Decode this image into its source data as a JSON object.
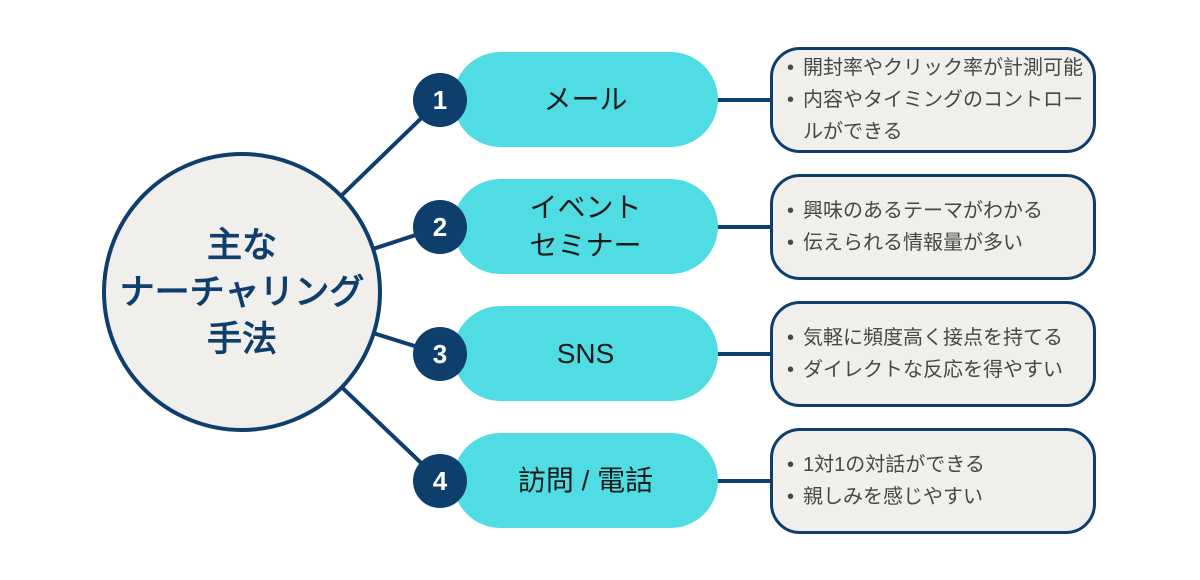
{
  "colors": {
    "navy": "#0e3e6c",
    "cyan": "#4fdde3",
    "panel_bg": "#f0efec",
    "pill_text": "#1a1a1a",
    "bullet_text": "#474747",
    "badge_text": "#ffffff",
    "background": "#ffffff"
  },
  "central_topic": {
    "lines": [
      "主な",
      "ナーチャリング",
      "手法"
    ]
  },
  "rows": [
    {
      "number": "1",
      "label_lines": [
        "メール"
      ],
      "bullets": [
        "開封率やクリック率が計測可能",
        "内容やタイミングのコントロールができる"
      ]
    },
    {
      "number": "2",
      "label_lines": [
        "イベント",
        "セミナー"
      ],
      "bullets": [
        "興味のあるテーマがわかる",
        "伝えられる情報量が多い"
      ]
    },
    {
      "number": "3",
      "label_lines": [
        "SNS"
      ],
      "bullets": [
        "気軽に頻度高く接点を持てる",
        "ダイレクトな反応を得やすい"
      ]
    },
    {
      "number": "4",
      "label_lines": [
        "訪問 / 電話"
      ],
      "bullets": [
        "1対1の対話ができる",
        "親しみを感じやすい"
      ]
    }
  ]
}
